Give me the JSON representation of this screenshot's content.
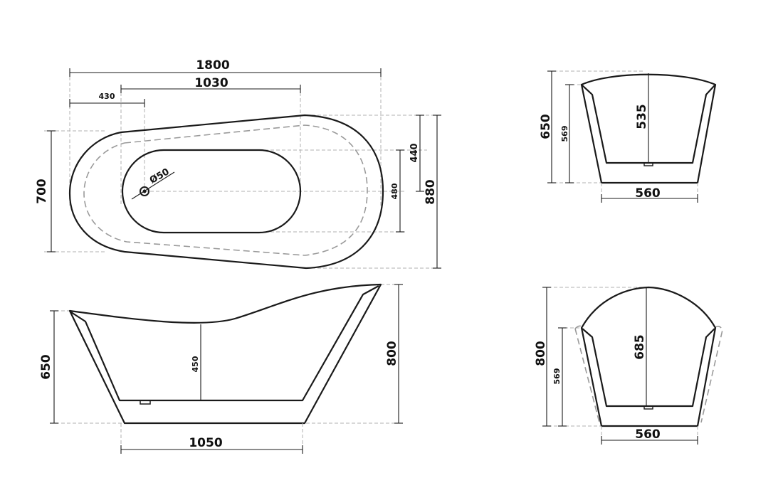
{
  "dimensions": {
    "top_overall_length": "1800",
    "top_inner_length": "1030",
    "top_drain_offset": "430",
    "top_drain_diameter": "Ø50",
    "top_width_left": "700",
    "top_inner_width": "440",
    "top_drain_width": "480",
    "top_overall_width": "880",
    "side_height_left": "650",
    "side_inner_depth": "450",
    "side_height_right": "800",
    "side_base_length": "1050",
    "end1_height_outer": "650",
    "end1_height_rim": "569",
    "end1_inner_depth": "535",
    "end1_base_width": "560",
    "end2_height_outer": "800",
    "end2_height_rim": "569",
    "end2_inner_depth": "685",
    "end2_base_width": "560"
  }
}
